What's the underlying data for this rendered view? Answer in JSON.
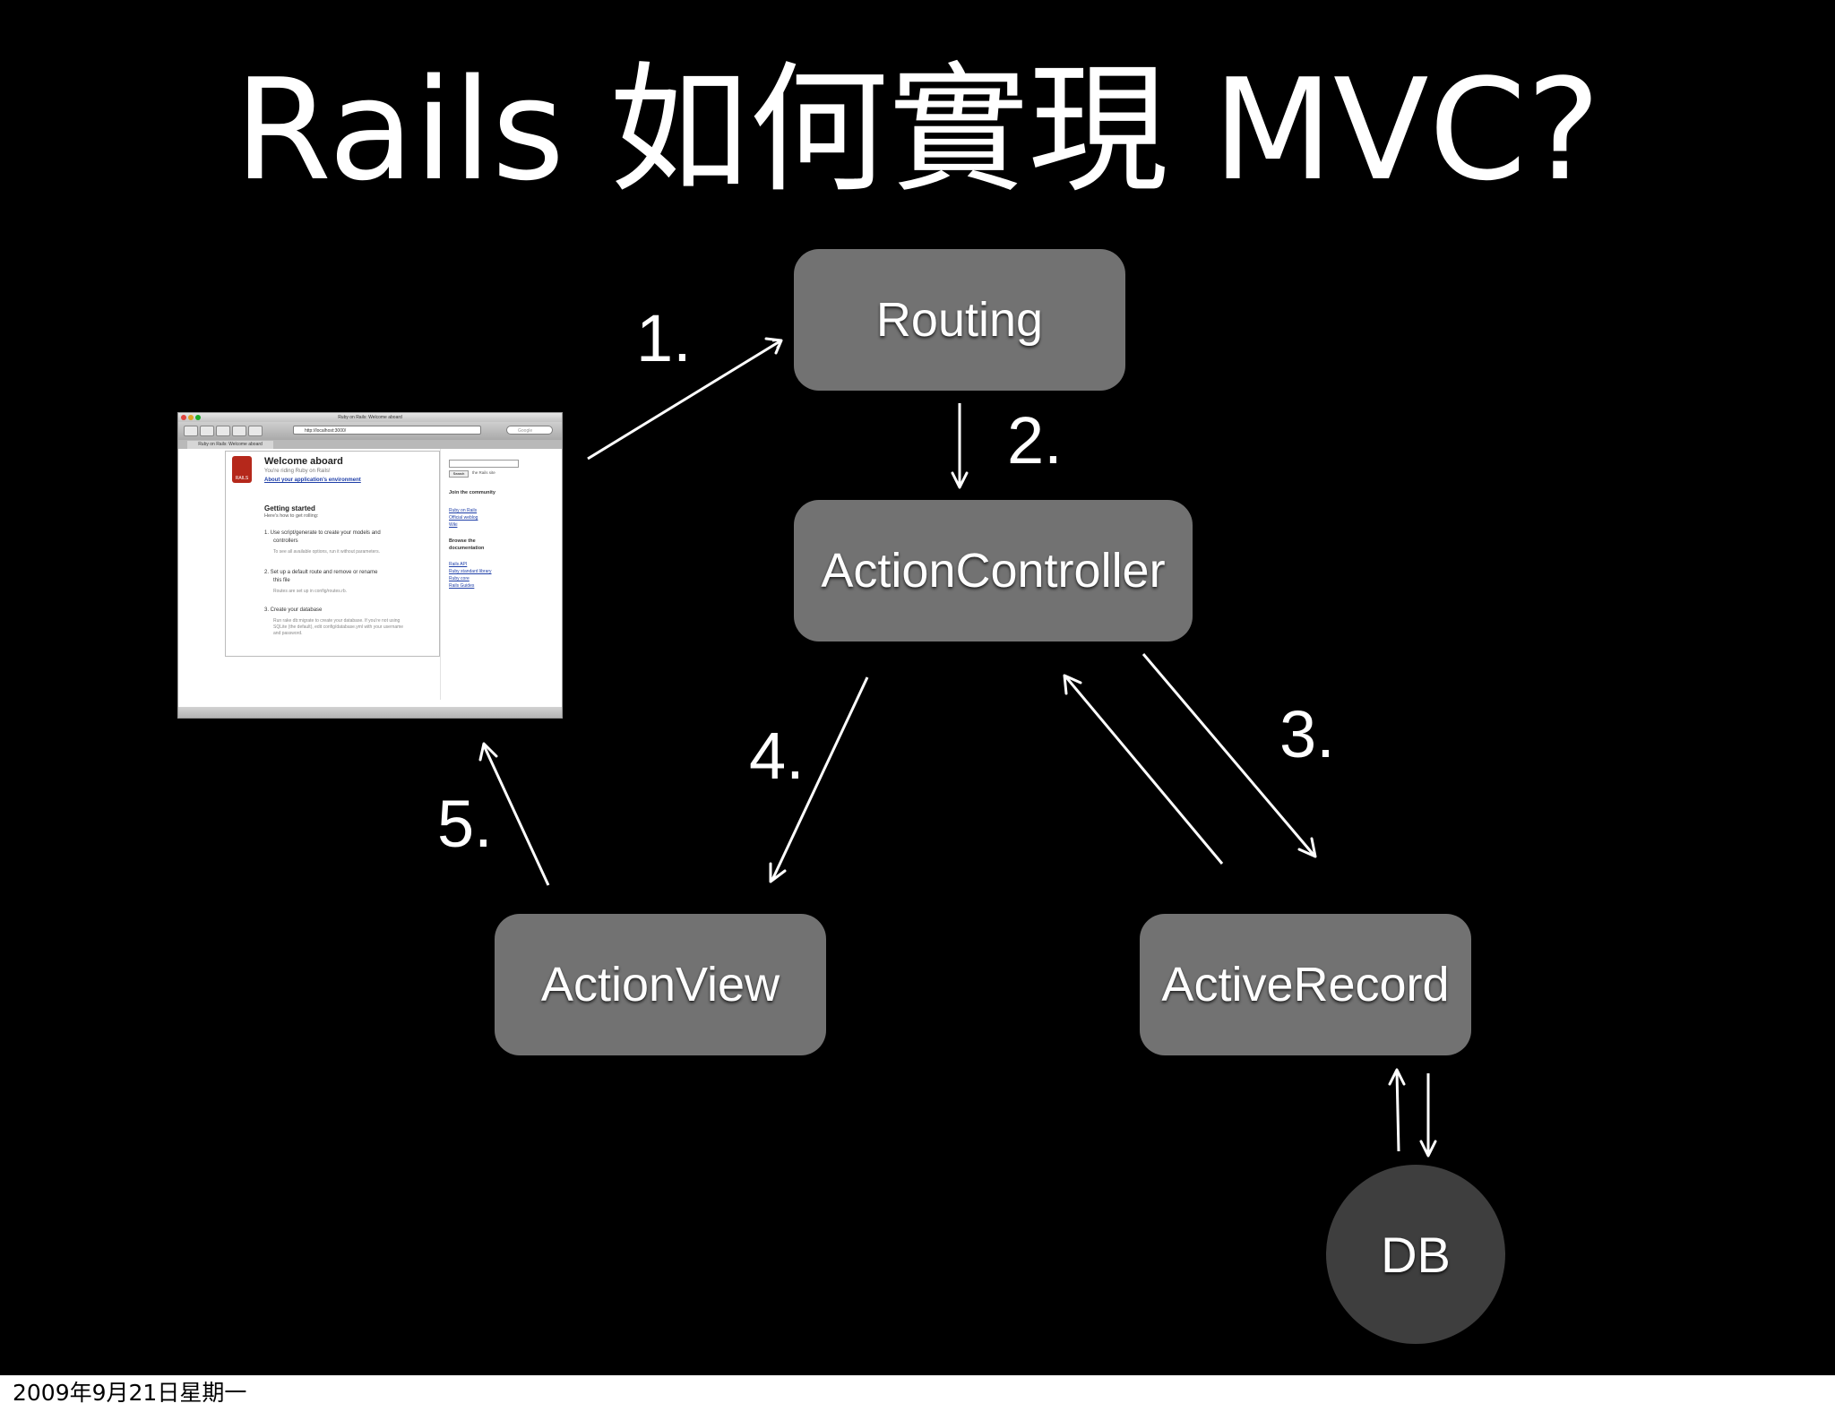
{
  "slide": {
    "title": "Rails 如何實現 MVC?",
    "footer_date": "2009年9月21日星期一",
    "background_color": "#000000",
    "node_color": "#727272",
    "db_color": "#3e3e3e"
  },
  "nodes": {
    "routing": "Routing",
    "controller": "ActionController",
    "view": "ActionView",
    "record": "ActiveRecord",
    "db": "DB"
  },
  "steps": {
    "s1": "1.",
    "s2": "2.",
    "s3": "3.",
    "s4": "4.",
    "s5": "5."
  },
  "browser": {
    "window_title": "Ruby on Rails: Welcome aboard",
    "url": "http://localhost:3000/",
    "search_placeholder": "Google",
    "tab_label": "Ruby on Rails: Welcome aboard",
    "logo_text": "RAILS",
    "welcome_heading": "Welcome aboard",
    "riding_text": "You're riding Ruby on Rails!",
    "about_link": "About your application's environment",
    "getting_started": "Getting started",
    "heres_how": "Here's how to get rolling:",
    "step1_title": "1.  Use script/generate to create your models and",
    "step1_title2": "controllers",
    "step1_detail": "To see all available options, run it without parameters.",
    "step2_title": "2.  Set up a default route and remove or rename",
    "step2_title2": "this file",
    "step2_detail": "Routes are set up in config/routes.rb.",
    "step3_title": "3.  Create your database",
    "step3_detail": "Run rake db:migrate to create your database. If you're not using",
    "step3_detail2": "SQLite (the default), edit config/database.yml with your username",
    "step3_detail3": "and password.",
    "search_button": "Search",
    "search_label": "the Rails site",
    "join_heading": "Join the community",
    "link_ruby": "Ruby on Rails",
    "link_weblog": "Official weblog",
    "link_wiki": "Wiki",
    "browse_heading": "Browse the",
    "browse_heading2": "documentation",
    "link_api": "Rails API",
    "link_stdlib": "Ruby standard library",
    "link_core": "Ruby core",
    "link_guides": "Rails Guides"
  }
}
